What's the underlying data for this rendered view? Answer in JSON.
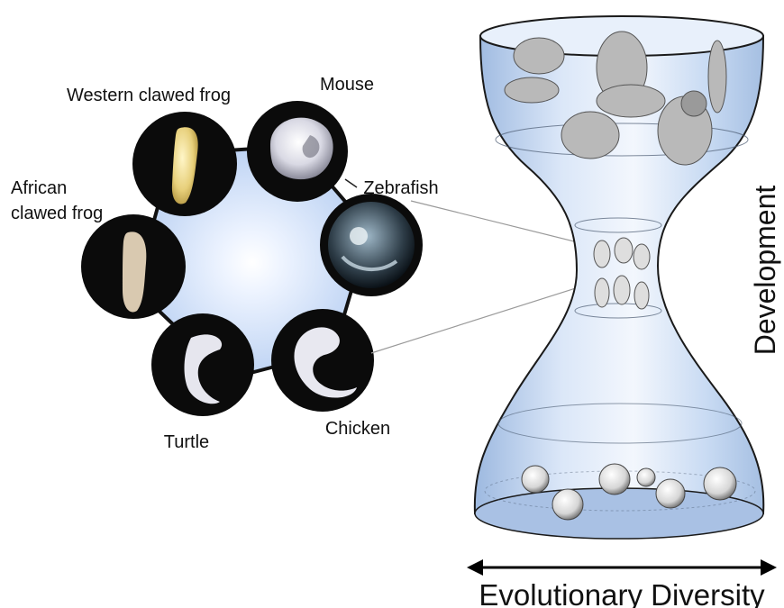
{
  "species_labels": {
    "western_clawed_frog": "Western clawed frog",
    "mouse": "Mouse",
    "african_line1": "African",
    "african_line2": "clawed frog",
    "zebrafish": "Zebrafish",
    "turtle": "Turtle",
    "chicken": "Chicken"
  },
  "axes": {
    "vertical": "Development",
    "horizontal": "Evolutionary Diversity"
  },
  "colors": {
    "hourglass_fill": "#cfe0f5",
    "hourglass_stroke": "#1a1a1a",
    "embryo_circle_bg": "#0b0b0b",
    "center_fill": "#c8daf7"
  }
}
